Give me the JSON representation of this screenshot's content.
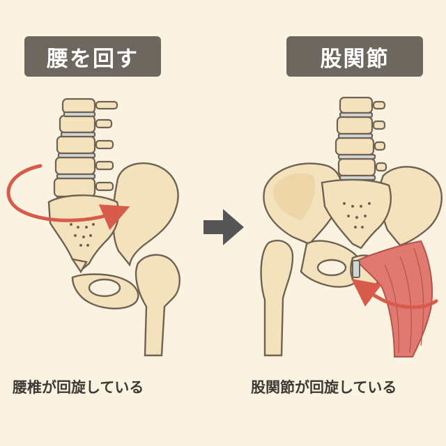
{
  "left_panel": {
    "title": "腰を回す",
    "caption": "腰椎が回旋している"
  },
  "right_panel": {
    "title": "股関節",
    "caption": "股関節が回旋している"
  },
  "colors": {
    "background": "#fbf3e1",
    "bone": "#f4e2bd",
    "bone_outline": "#6f6253",
    "disc": "#cfd7d6",
    "arrow_red": "#d85a4a",
    "muscle": "#e07a70",
    "title_bg": "#6e6760",
    "center_arrow": "#555555"
  },
  "icons": {
    "center": "right-arrow-icon",
    "left_rotation": "curved-arrow-icon",
    "right_rotation": "curved-arrow-icon"
  }
}
